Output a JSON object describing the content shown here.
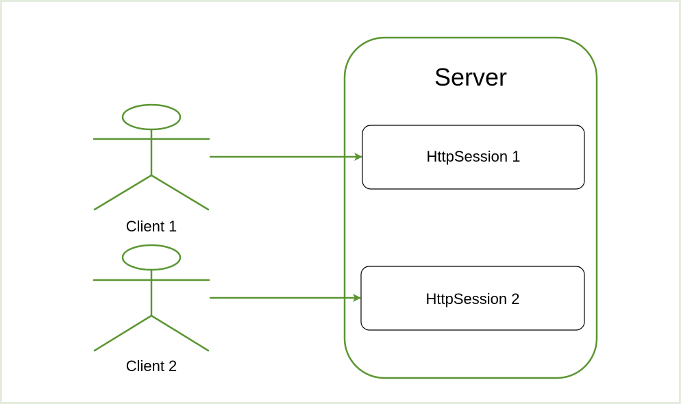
{
  "colors": {
    "stroke": "#5b9632",
    "frame": "#e3ecde",
    "text": "#000000"
  },
  "server": {
    "title": "Server",
    "sessions": [
      {
        "label": "HttpSession 1"
      },
      {
        "label": "HttpSession 2"
      }
    ]
  },
  "clients": [
    {
      "label": "Client 1",
      "icon": "actor-stick-figure"
    },
    {
      "label": "Client 2",
      "icon": "actor-stick-figure"
    }
  ],
  "connections": [
    {
      "from": "Client 1",
      "to": "HttpSession 1"
    },
    {
      "from": "Client 2",
      "to": "HttpSession 2"
    }
  ]
}
